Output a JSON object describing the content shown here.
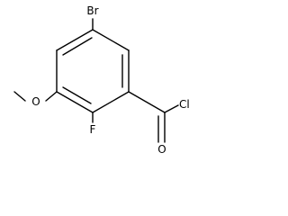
{
  "molecule": {
    "atoms": {
      "bromine": "Br",
      "methoxy_oxygen": "O",
      "fluorine": "F",
      "carbonyl_oxygen": "O",
      "chlorine": "Cl"
    },
    "colors": {
      "background": "#ffffff",
      "ink": "#000000"
    }
  }
}
